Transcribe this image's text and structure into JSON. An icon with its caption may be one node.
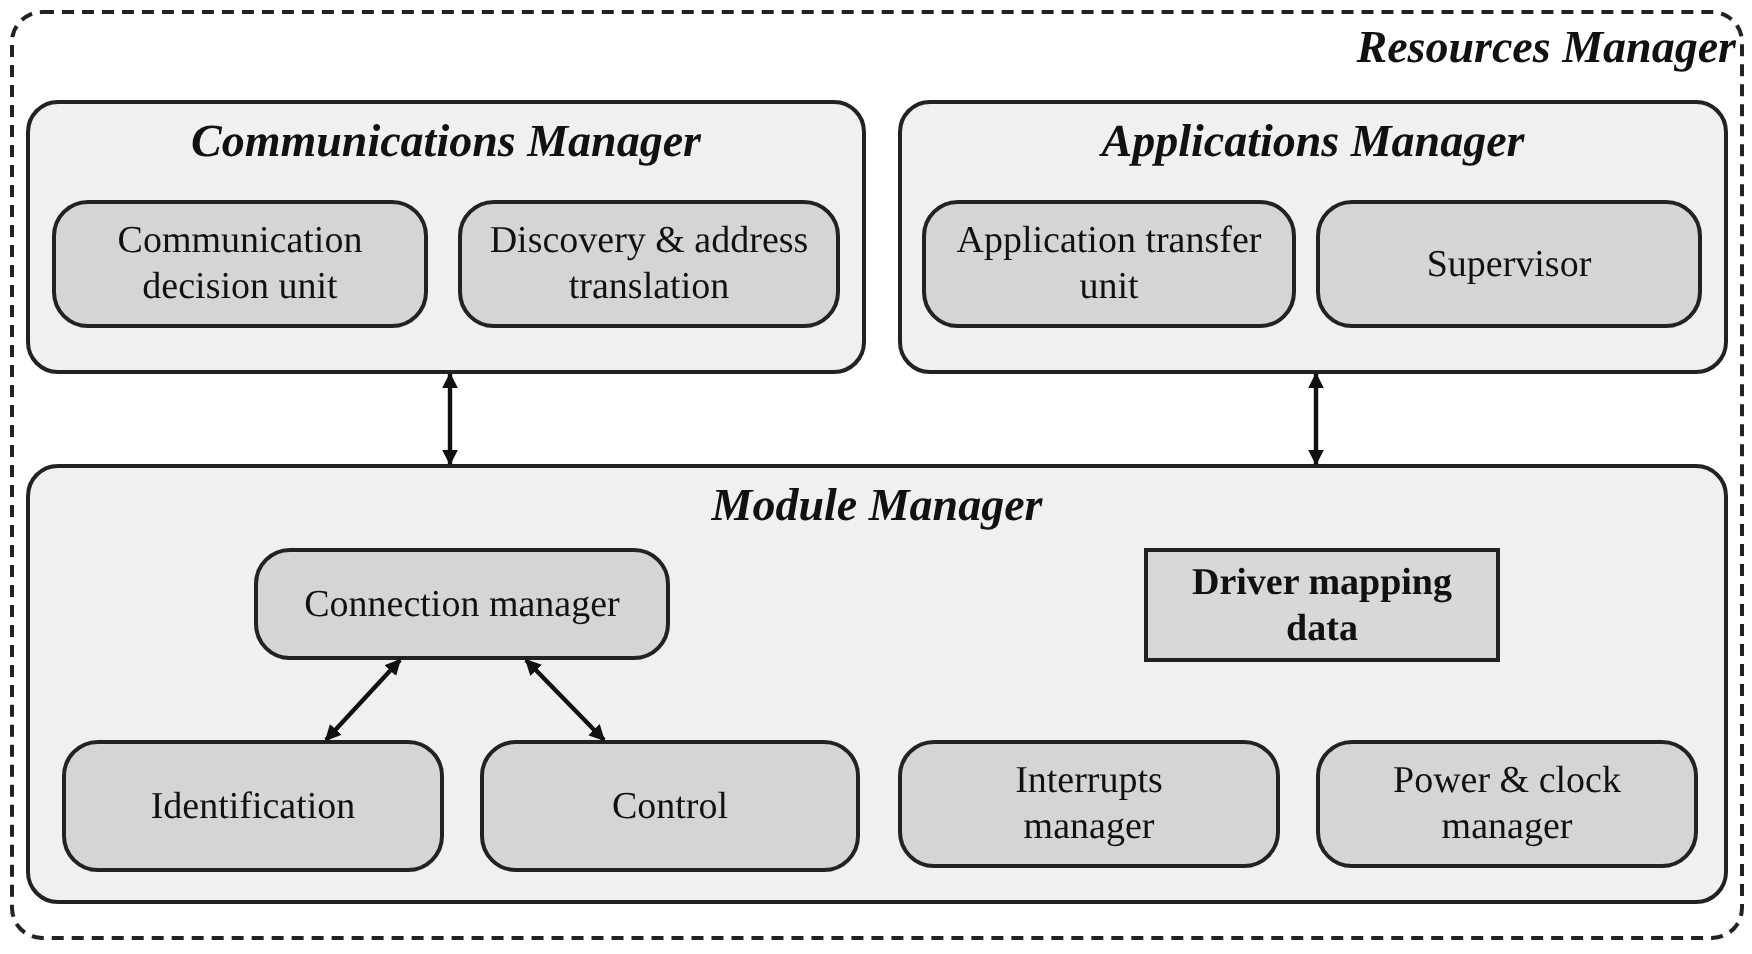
{
  "diagram": {
    "nodes": [
      {
        "text": [
          "Resources Manager"
        ]
      },
      {
        "text": [
          "Communications Manager"
        ],
        "in": 0
      },
      {
        "text": [
          "Communication decision unit"
        ],
        "in": 1
      },
      {
        "text": [
          "Discovery & address translation"
        ],
        "in": 1
      },
      {
        "text": [
          "Applications Manager"
        ],
        "in": 0
      },
      {
        "text": [
          "Application transfer unit"
        ],
        "in": 4
      },
      {
        "text": [
          "Supervisor"
        ],
        "in": 4
      },
      {
        "text": [
          "Module Manager"
        ],
        "in": 0
      },
      {
        "text": [
          "Connection manager"
        ],
        "in": 7
      },
      {
        "text": [
          "Driver mapping data"
        ],
        "in": 7
      },
      {
        "text": [
          "Identification"
        ],
        "in": 7
      },
      {
        "text": [
          "Control"
        ],
        "in": 7
      },
      {
        "text": [
          "Interrupts manager"
        ],
        "in": 7
      },
      {
        "text": [
          "Power & clock manager"
        ],
        "in": 7
      }
    ],
    "edges": [
      {
        "from": 1,
        "to": 7,
        "arrow": "both"
      },
      {
        "from": 4,
        "to": 7,
        "arrow": "both"
      },
      {
        "from": 8,
        "to": 10,
        "arrow": "both"
      },
      {
        "from": 8,
        "to": 11,
        "arrow": "both"
      }
    ]
  }
}
